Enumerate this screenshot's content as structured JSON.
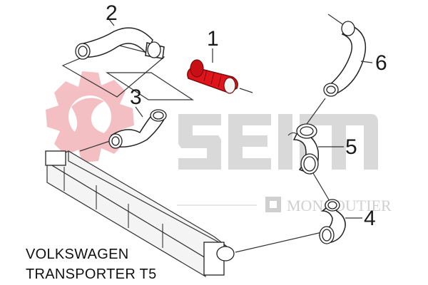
{
  "vehicle": {
    "line1": "VOLKSWAGEN",
    "line2": "TRANSPORTER T5"
  },
  "parts": [
    {
      "number": "1",
      "highlighted": true
    },
    {
      "number": "2",
      "highlighted": false
    },
    {
      "number": "3",
      "highlighted": false
    },
    {
      "number": "4",
      "highlighted": false
    },
    {
      "number": "5",
      "highlighted": false
    },
    {
      "number": "6",
      "highlighted": false
    }
  ],
  "watermark": {
    "brand": "SEIM",
    "sub_brand": "MONCOUTIER"
  },
  "colors": {
    "highlight": "#e0141b",
    "watermark_logo": "#f3b9bd",
    "watermark_text": "#d9d9d9",
    "line": "#222222"
  }
}
